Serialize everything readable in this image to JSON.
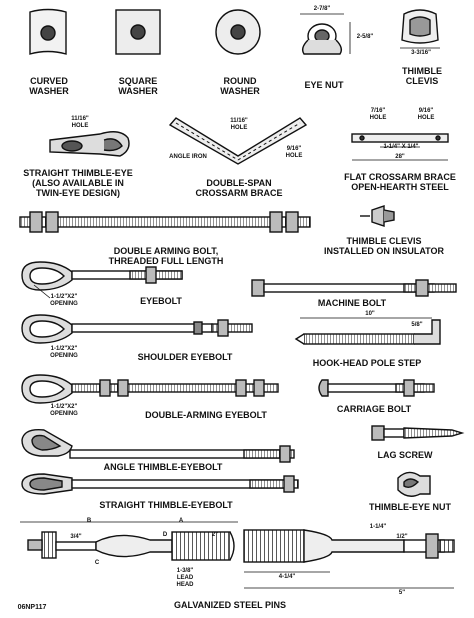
{
  "labels": {
    "curved_washer": [
      "CURVED",
      "WASHER"
    ],
    "square_washer": [
      "SQUARE",
      "WASHER"
    ],
    "round_washer": [
      "ROUND",
      "WASHER"
    ],
    "eye_nut": "EYE NUT",
    "thimble_clevis": [
      "THIMBLE",
      "CLEVIS"
    ],
    "straight_thimble_eye": [
      "STRAIGHT THIMBLE-EYE",
      "(ALSO AVAILABLE IN",
      "TWIN-EYE DESIGN)"
    ],
    "double_span": [
      "DOUBLE-SPAN",
      "CROSSARM BRACE"
    ],
    "flat_crossarm": [
      "FLAT CROSSARM BRACE",
      "OPEN-HEARTH STEEL"
    ],
    "double_arming_bolt": [
      "DOUBLE ARMING BOLT,",
      "THREADED FULL LENGTH"
    ],
    "thimble_clevis_installed": [
      "THIMBLE CLEVIS",
      "INSTALLED ON INSULATOR"
    ],
    "eyebolt": "EYEBOLT",
    "machine_bolt": "MACHINE BOLT",
    "shoulder_eyebolt": "SHOULDER EYEBOLT",
    "hook_head": "HOOK-HEAD POLE STEP",
    "double_arming_eyebolt": "DOUBLE-ARMING EYEBOLT",
    "carriage_bolt": "CARRIAGE BOLT",
    "lag_screw": "LAG SCREW",
    "angle_thimble_eyebolt": "ANGLE THIMBLE-EYEBOLT",
    "straight_thimble_eyebolt": "STRAIGHT THIMBLE-EYEBOLT",
    "thimble_eye_nut": "THIMBLE-EYE NUT",
    "galvanized": "GALVANIZED STEEL PINS",
    "figure_code": "06NP117"
  },
  "dimensions": {
    "eye_nut_width": "2-7/8\"",
    "eye_nut_height": "2-5/8\"",
    "clevis_width": "3-3/16\"",
    "thimble_eye_hole": [
      "11/16\"",
      "HOLE"
    ],
    "brace_hole_top": [
      "11/16\"",
      "HOLE"
    ],
    "brace_hole_side": [
      "9/16\"",
      "HOLE"
    ],
    "angle_iron": "ANGLE IRON",
    "flat_hole_left": [
      "7/16\"",
      "HOLE"
    ],
    "flat_hole_right": [
      "9/16\"",
      "HOLE"
    ],
    "flat_section": "1-1/4\" X 1/4\"",
    "flat_length": "28\"",
    "eyebolt_opening": [
      "1-1/2\"X2\"",
      "OPENING"
    ],
    "shoulder_opening": [
      "1-1/2\"X2\"",
      "OPENING"
    ],
    "double_opening": [
      "1-1/2\"X2\"",
      "OPENING"
    ],
    "hook_length": "10\"",
    "hook_gap": "5/8\"",
    "pin_b": "B",
    "pin_a": "A",
    "pin_d": "D",
    "pin_c": "C",
    "pin_34": "3/4\"",
    "pin_2": "2\"",
    "pin_138": [
      "1-3/8\"",
      "LEAD",
      "HEAD"
    ],
    "pin_114": "1-1/4\"",
    "pin_12": "1/2\"",
    "pin_414": "4-1/4\"",
    "pin_5": "5\""
  }
}
